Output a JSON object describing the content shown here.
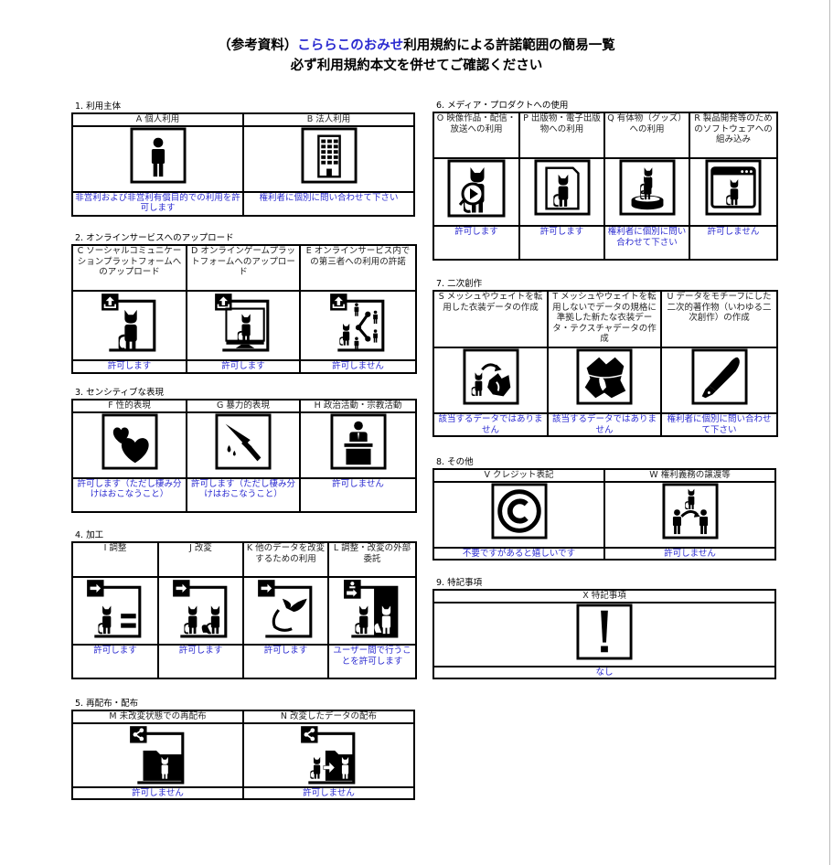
{
  "header": {
    "line1_prefix": "（参考資料）",
    "line1_brand": "こららこのおみせ",
    "line1_suffix": "利用規約による許諾範囲の簡易一覧",
    "line2": "必ず利用規約本文を併せてご確認ください"
  },
  "colors": {
    "accent_blue": "#2b2bd0",
    "border": "#000000"
  },
  "sections": {
    "s1": {
      "title": "1. 利用主体",
      "items": [
        {
          "label": "A 個人利用",
          "icon": "person-icon",
          "result": "非営利および非営利有償目的での利用を許可します"
        },
        {
          "label": "B 法人利用",
          "icon": "building-icon",
          "result": "権利者に個別に問い合わせて下さい"
        }
      ]
    },
    "s2": {
      "title": "2. オンラインサービスへのアップロード",
      "items": [
        {
          "label": "C ソーシャルコミュニケーションプラットフォームへのアップロード",
          "icon": "upload-sns-icon",
          "result": "許可します"
        },
        {
          "label": "D オンラインゲームプラットフォームへのアップロード",
          "icon": "upload-game-icon",
          "result": "許可します"
        },
        {
          "label": "E オンラインサービス内での第三者への利用の許諾",
          "icon": "upload-share-icon",
          "result": "許可しません"
        }
      ]
    },
    "s3": {
      "title": "3. センシティブな表現",
      "items": [
        {
          "label": "F 性的表現",
          "icon": "hearts-icon",
          "result": "許可します（ただし棲み分けはおこなうこと）"
        },
        {
          "label": "G 暴力的表現",
          "icon": "knife-icon",
          "result": "許可します（ただし棲み分けはおこなうこと）"
        },
        {
          "label": "H 政治活動・宗教活動",
          "icon": "podium-icon",
          "result": "許可しません"
        }
      ]
    },
    "s4": {
      "title": "4. 加工",
      "items": [
        {
          "label": "I 調整",
          "icon": "adjust-icon",
          "result": "許可します"
        },
        {
          "label": "J 改変",
          "icon": "modify-icon",
          "result": "許可します"
        },
        {
          "label": "K 他のデータを改変するための利用",
          "icon": "parts-icon",
          "result": "許可します"
        },
        {
          "label": "L 調整・改変の外部委託",
          "icon": "outsource-icon",
          "result": "ユーザー間で行うことを許可します"
        }
      ]
    },
    "s5": {
      "title": "5. 再配布・配布",
      "items": [
        {
          "label": "M 未改変状態での再配布",
          "icon": "redistribute-icon",
          "result": "許可しません"
        },
        {
          "label": "N 改変したデータの配布",
          "icon": "distribute-modified-icon",
          "result": "許可しません"
        }
      ]
    },
    "s6": {
      "title": "6. メディア・プロダクトへの使用",
      "items": [
        {
          "label": "O 映像作品・配信・放送への利用",
          "icon": "video-icon",
          "result": "許可します"
        },
        {
          "label": "P 出版物・電子出版物への利用",
          "icon": "publication-icon",
          "result": "許可します"
        },
        {
          "label": "Q 有体物（グッズ）への利用",
          "icon": "goods-icon",
          "result": "権利者に個別に問い合わせて下さい"
        },
        {
          "label": "R 製品開発等のためのソフトウェアへの組み込み",
          "icon": "software-icon",
          "result": "許可しません"
        }
      ]
    },
    "s7": {
      "title": "7. 二次創作",
      "items": [
        {
          "label": "S メッシュやウェイトを転用した衣装データの作成",
          "icon": "costume-convert-icon",
          "result": "該当するデータではありません"
        },
        {
          "label": "T メッシュやウェイトを転用しないでデータの規格に準拠した新たな衣装データ・テクスチャデータの作成",
          "icon": "costume-icon",
          "result": "該当するデータではありません"
        },
        {
          "label": "U データをモチーフにした二次的著作物（いわゆる二次創作）の作成",
          "icon": "pen-icon",
          "result": "権利者に個別に問い合わせて下さい"
        }
      ]
    },
    "s8": {
      "title": "8. その他",
      "items": [
        {
          "label": "V クレジット表記",
          "icon": "copyright-icon",
          "result": "不要ですがあると嬉しいです"
        },
        {
          "label": "W 権利義務の譲渡等",
          "icon": "transfer-icon",
          "result": "許可しません"
        }
      ]
    },
    "s9": {
      "title": "9. 特記事項",
      "items": [
        {
          "label": "X 特記事項",
          "icon": "exclamation-icon",
          "result": "なし"
        }
      ]
    }
  }
}
